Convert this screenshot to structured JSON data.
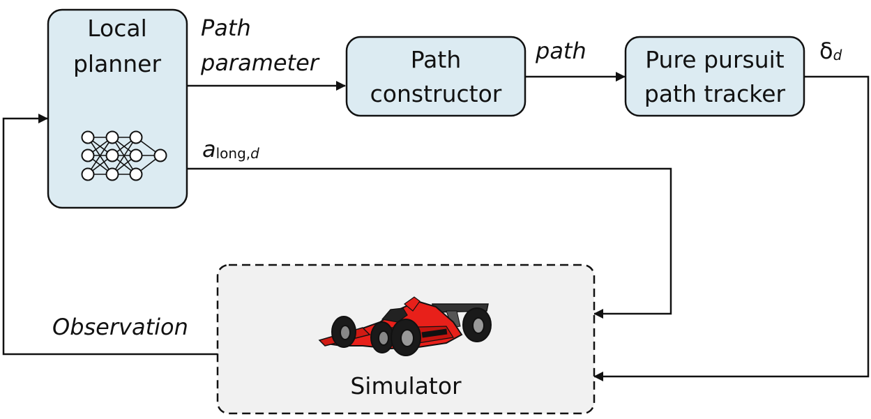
{
  "colors": {
    "block_fill": "#dcebf2",
    "block_stroke": "#111111",
    "simulator_fill": "#f1f1f1",
    "car_body": "#e8201a"
  },
  "blocks": {
    "local_planner": {
      "line1": "Local",
      "line2": "planner",
      "icon": "neural-network-icon"
    },
    "path_constructor": {
      "line1": "Path",
      "line2": "constructor"
    },
    "pure_pursuit": {
      "line1": "Pure pursuit",
      "line2": "path tracker"
    },
    "simulator": {
      "label": "Simulator",
      "icon": "race-car-icon"
    }
  },
  "signals": {
    "path_parameter_line1": "Path",
    "path_parameter_line2": "parameter",
    "path": "path",
    "steer_symbol": "δ",
    "steer_sub": "d",
    "accel_symbol": "a",
    "accel_sub_plain": "long,",
    "accel_sub_italic": "d",
    "observation": "Observation"
  }
}
